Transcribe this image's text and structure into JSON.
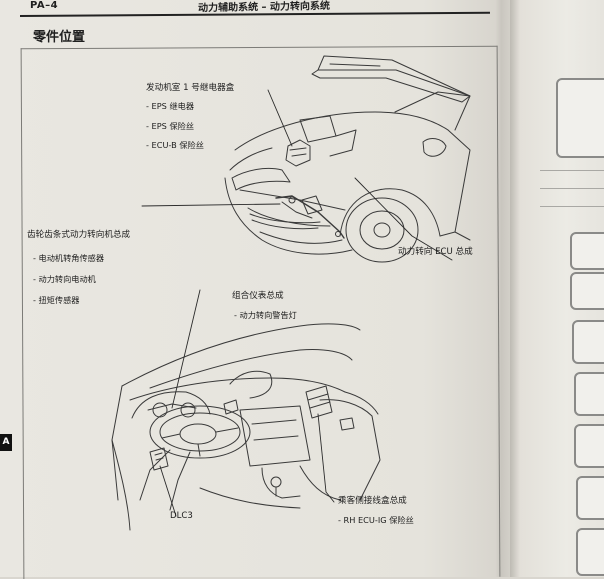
{
  "header": {
    "page_label": "PA–4",
    "title": "动力辅助系统 – 动力转向系统"
  },
  "section_title": "零件位置",
  "side_tab": "A",
  "labels": {
    "engine_relay_box": {
      "title": "发动机室 1 号继电器盒",
      "items": [
        "- EPS 继电器",
        "- EPS 保险丝",
        "- ECU-B 保险丝"
      ]
    },
    "rack_pinion": {
      "title": "齿轮齿条式动力转向机总成",
      "items": [
        "- 电动机转角传感器",
        "- 动力转向电动机",
        "- 扭矩传感器"
      ]
    },
    "eps_ecu": "动力转向 ECU 总成",
    "combination_meter": {
      "title": "组合仪表总成",
      "items": [
        "- 动力转向警告灯"
      ]
    },
    "dlc3": "DLC3",
    "junction_block": {
      "title": "乘客侧接线盒总成",
      "items": [
        "- RH ECU-IG 保险丝"
      ]
    }
  }
}
